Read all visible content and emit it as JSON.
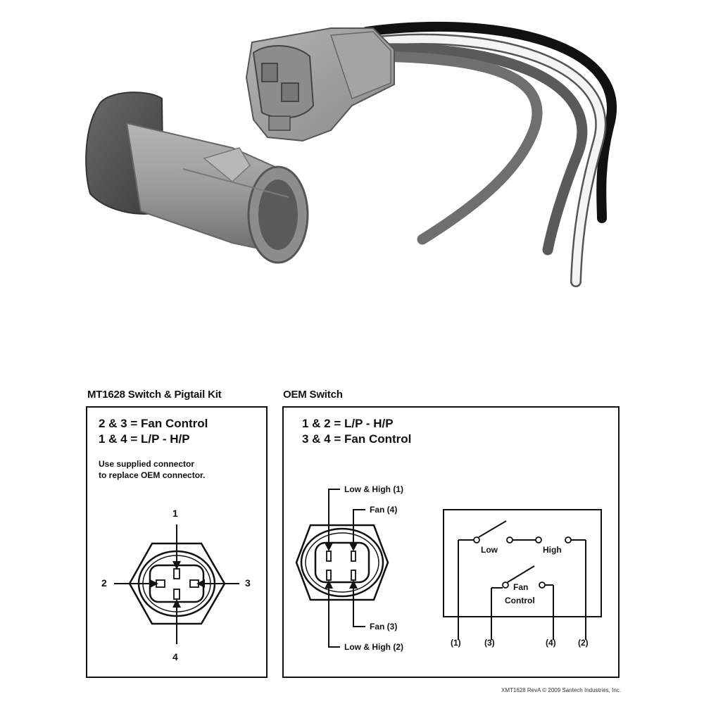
{
  "kit": {
    "heading": "MT1628 Switch & Pigtail Kit",
    "line1": "2 & 3 = Fan Control",
    "line2": "1 & 4 = L/P - H/P",
    "note1": "Use supplied connector",
    "note2": "to replace OEM connector.",
    "pins": {
      "top": "1",
      "left": "2",
      "right": "3",
      "bottom": "4"
    }
  },
  "oem": {
    "heading": "OEM Switch",
    "line1": "1 & 2 = L/P - H/P",
    "line2": "3 & 4 = Fan Control",
    "labels": {
      "low_high_1": "Low & High (1)",
      "fan_4": "Fan (4)",
      "fan_3": "Fan (3)",
      "low_high_2": "Low & High (2)"
    },
    "schematic": {
      "low": "Low",
      "high": "High",
      "fan_control_1": "Fan",
      "fan_control_2": "Control",
      "terminals": [
        "(1)",
        "(3)",
        "(4)",
        "(2)"
      ]
    }
  },
  "footer": "XMT1628 RevA © 2009 Santech Industries, Inc.",
  "colors": {
    "connector_gray": "#9a9a9a",
    "wire_black": "#111111",
    "wire_white": "#f2f2f2",
    "wire_gray": "#6f6f6f"
  }
}
